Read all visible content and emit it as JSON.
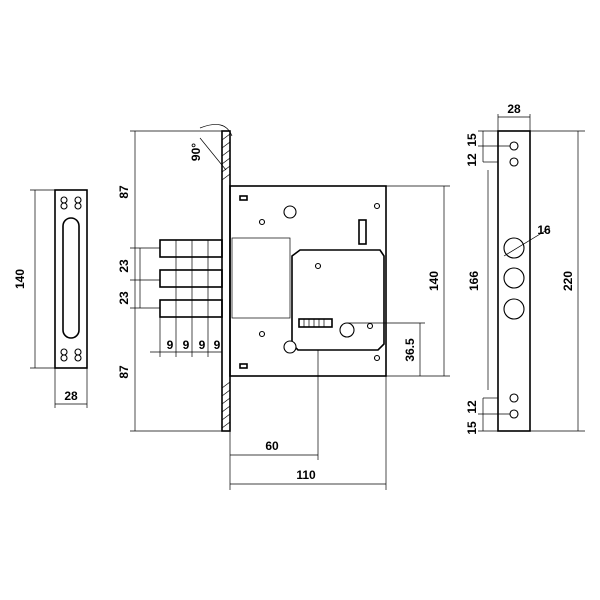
{
  "drawing": {
    "dimensions": {
      "strike_height": "140",
      "strike_width": "28",
      "angle": "90°",
      "faceplate_top": "87",
      "faceplate_bottom": "87",
      "bolt_spacing_1": "23",
      "bolt_spacing_2": "23",
      "bolt_widths": [
        "9",
        "9",
        "9",
        "9"
      ],
      "backset": "60",
      "case_depth": "110",
      "case_height": "140",
      "keyhole_offset": "36.5",
      "faceplate_width": "28",
      "top_spacing_a": "12",
      "top_spacing_b": "15",
      "bottom_spacing_a": "15",
      "bottom_spacing_b": "12",
      "hole_diameter": "16",
      "hole_span": "166",
      "faceplate_length": "220"
    }
  }
}
